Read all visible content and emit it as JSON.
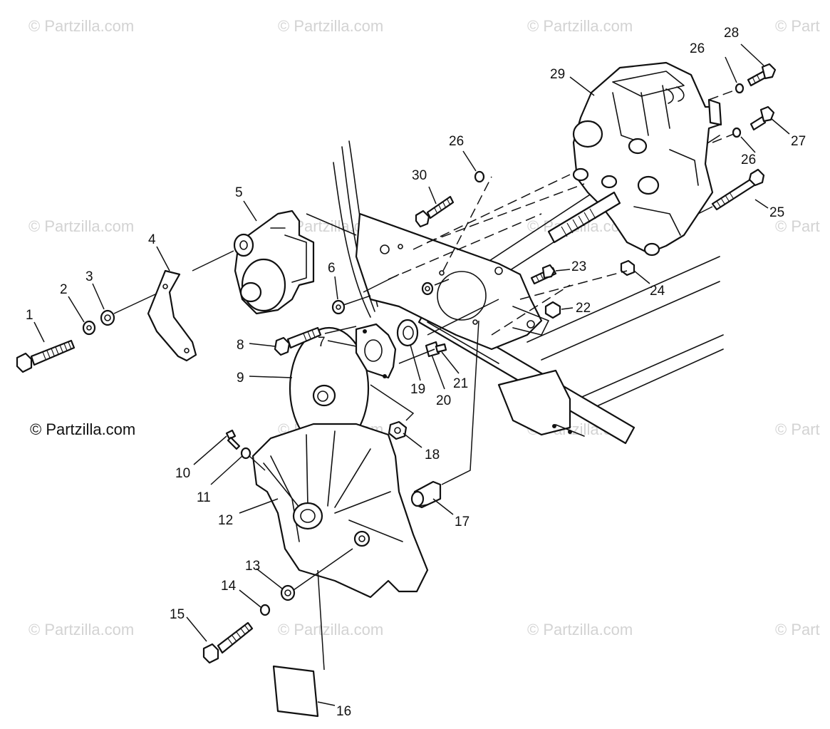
{
  "watermark": "© Partzilla.com",
  "watermark_clipped": "© Part",
  "copyright": "© Partzilla.com",
  "part_numbers": [
    "1",
    "2",
    "3",
    "4",
    "5",
    "6",
    "7",
    "8",
    "9",
    "10",
    "11",
    "12",
    "13",
    "14",
    "15",
    "16",
    "17",
    "18",
    "19",
    "20",
    "21",
    "22",
    "23",
    "24",
    "25",
    "26",
    "27",
    "28",
    "29",
    "30"
  ],
  "extra_labels": {
    "n26b": "26",
    "n26c": "26"
  }
}
